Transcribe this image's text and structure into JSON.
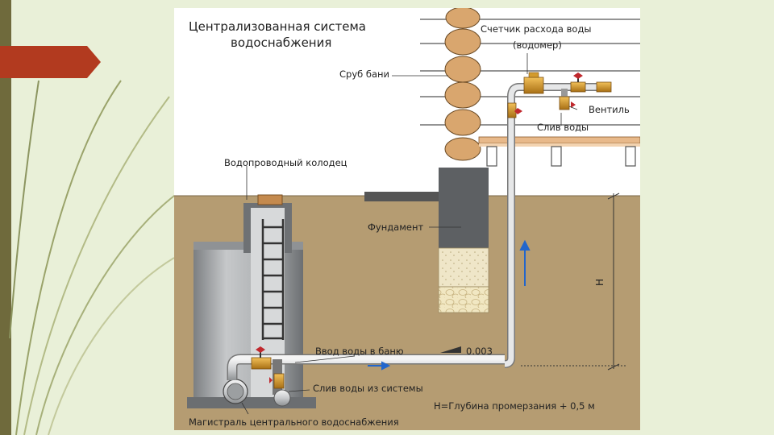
{
  "slide": {
    "colors": {
      "background": "#e9f0d8",
      "accent": "#b23a1f",
      "bar": "#6f6a3c"
    }
  },
  "diagram": {
    "title_line1": "Централизованная система",
    "title_line2": "водоснабжения",
    "labels": {
      "meter_line1": "Счетчик расхода воды",
      "meter_line2": "(водомер)",
      "sauna_frame": "Сруб бани",
      "valve": "Вентиль",
      "drain": "Слив воды",
      "well": "Водопроводный колодец",
      "foundation": "Фундамент",
      "inlet": "Ввод воды в баню",
      "slope": "0.003",
      "system_drain": "Слив воды из системы",
      "depth_note": "H=Глубина промерзания + 0,5 м",
      "depth_symbol": "H",
      "main_line": "Магистраль центрального водоснабжения"
    }
  }
}
